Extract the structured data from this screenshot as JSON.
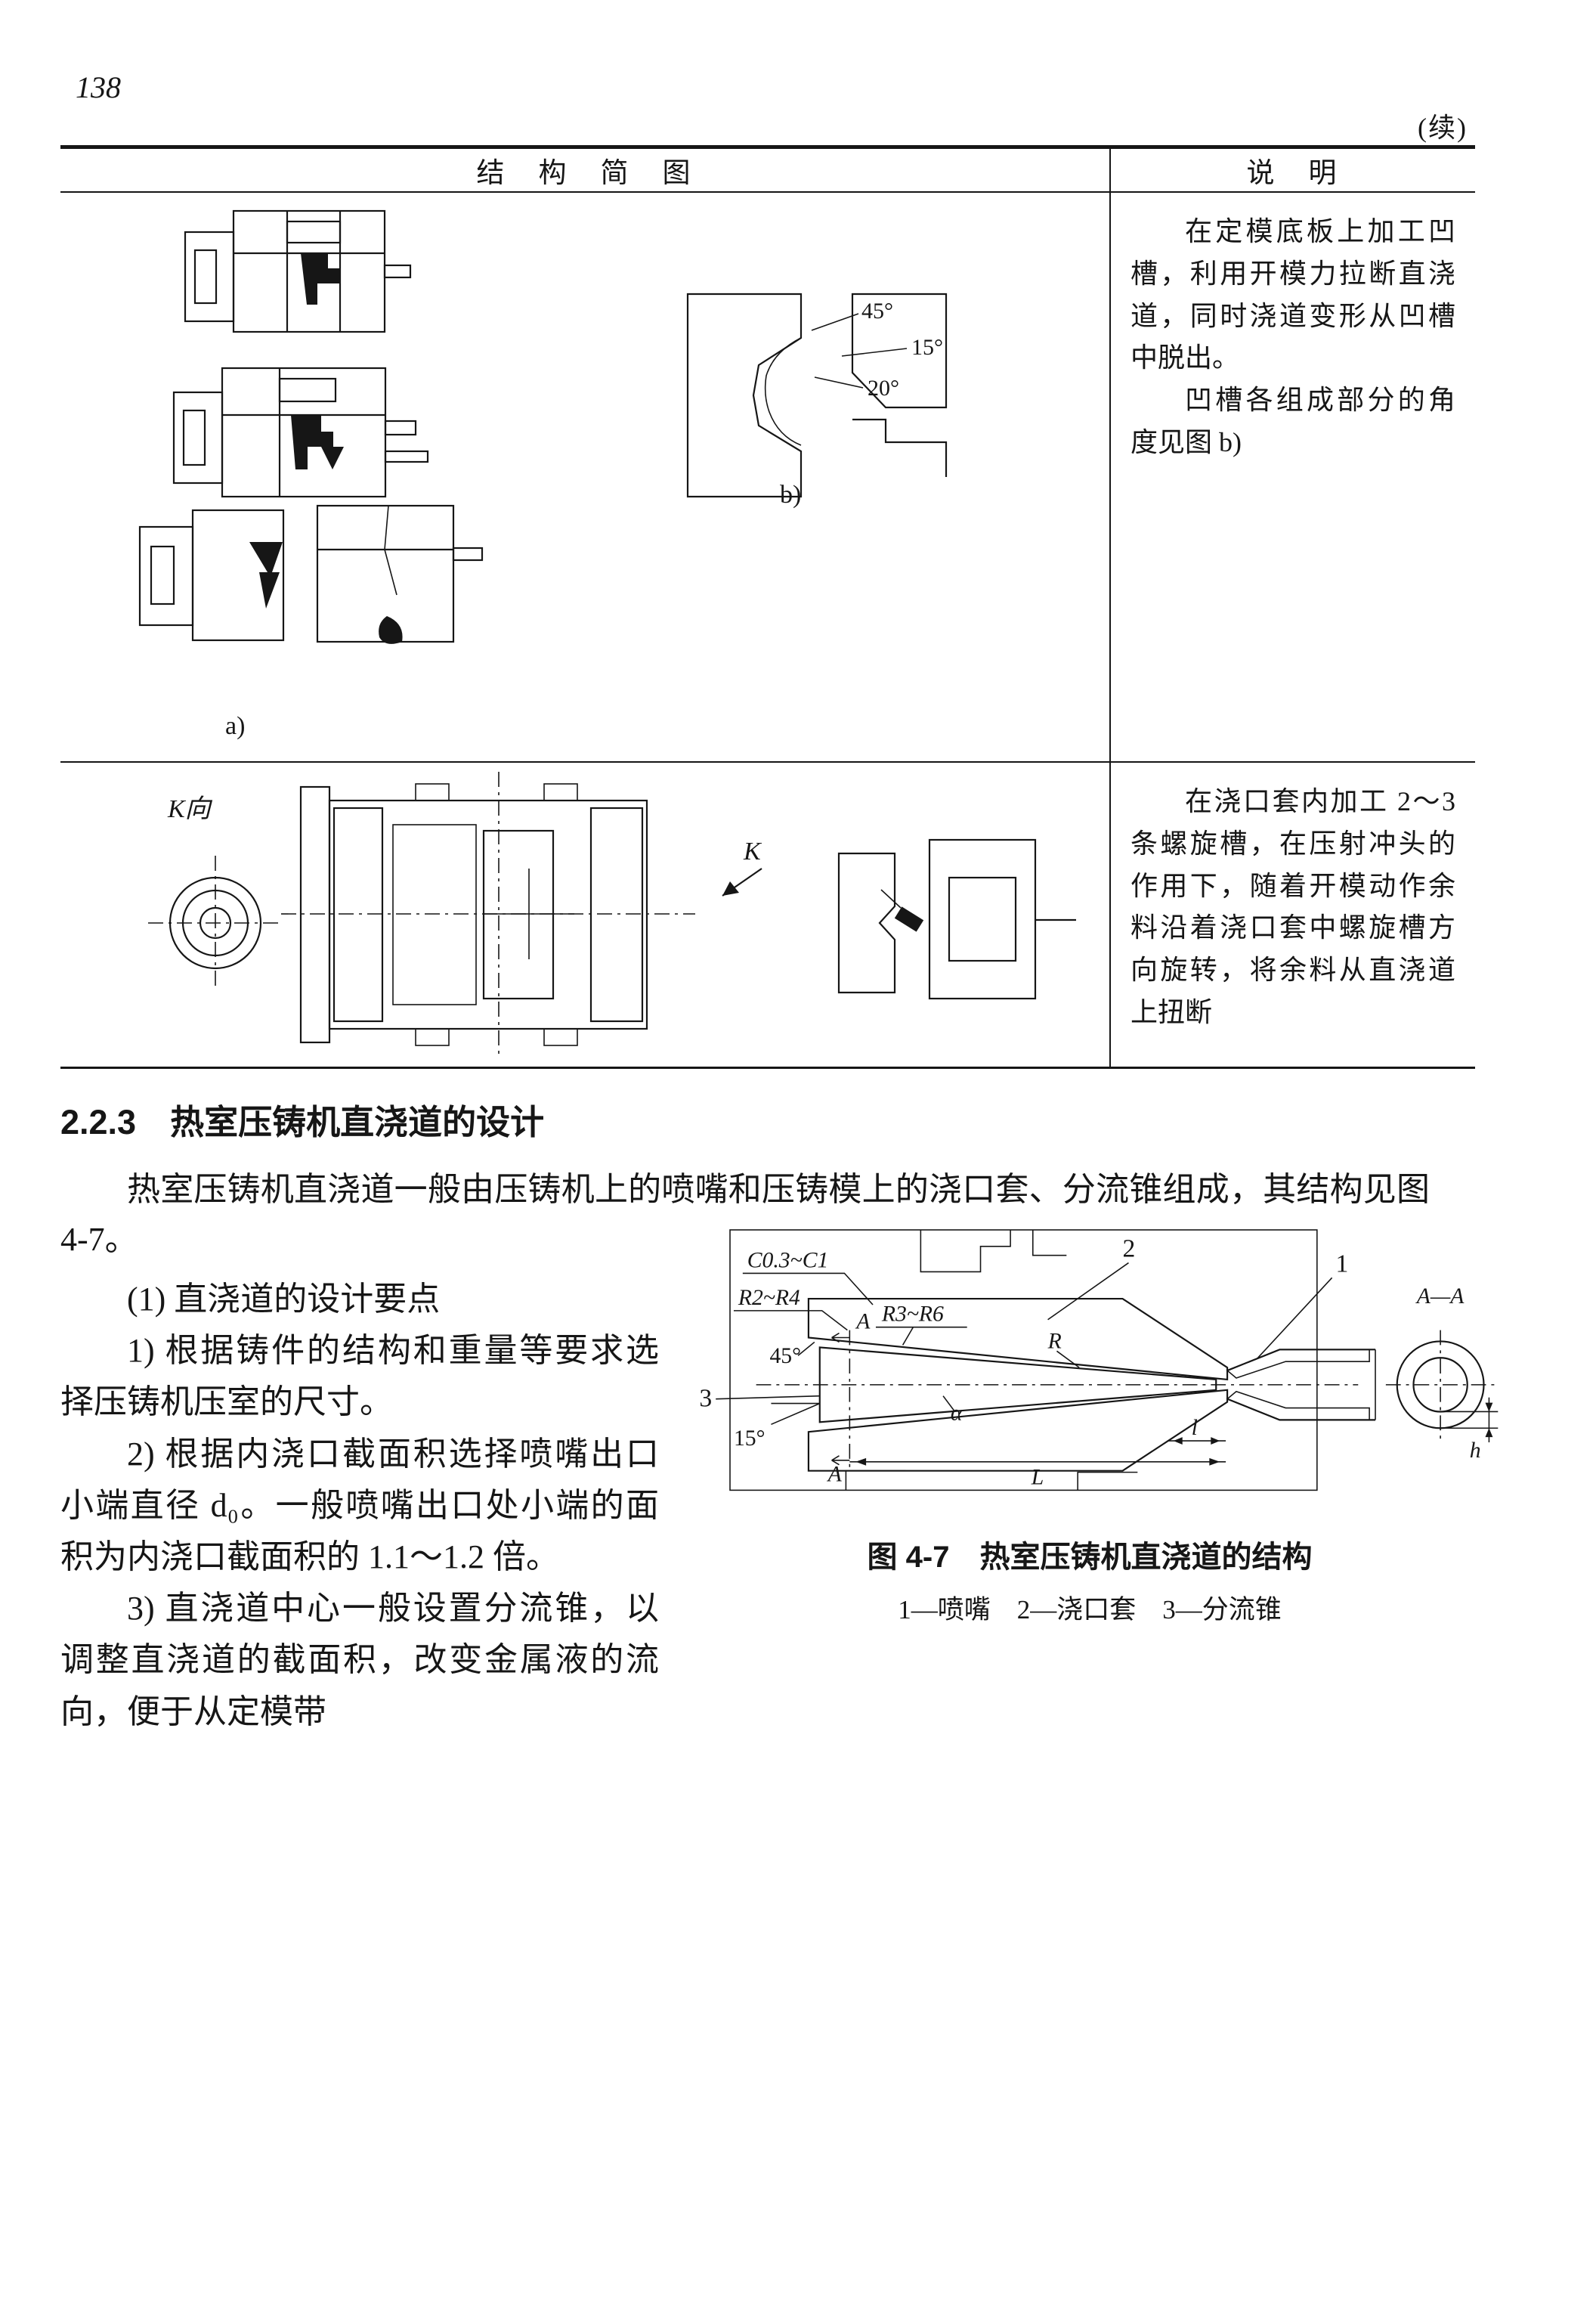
{
  "page": {
    "number": "138",
    "continued": "(续)"
  },
  "table": {
    "header_col1": "结　构　简　图",
    "header_col2": "说　明",
    "row1": {
      "note1": "在定模底板上加工凹槽，利用开模力拉断直浇道，同时浇道变形从凹槽中脱出。",
      "note2": "凹槽各组成部分的角度见图 b)",
      "label_a": "a)",
      "label_b": "b)",
      "deg45": "45°",
      "deg15": "15°",
      "deg20": "20°"
    },
    "row2": {
      "note1": "在浇口套内加工 2～3 条螺旋槽，在压射冲头的作用下，随着开模动作余料沿着浇口套中螺旋槽方向旋转，将余料从直浇道上扭断",
      "k_view": "K向",
      "k": "K"
    }
  },
  "section": {
    "heading": "2.2.3　热室压铸机直浇道的设计",
    "intro": "热室压铸机直浇道一般由压铸机上的喷嘴和压铸模上的浇口套、分流锥组成，其结构见图 4-7。",
    "points": [
      "(1) 直浇道的设计要点",
      "1) 根据铸件的结构和重量等要求选择压铸机压室的尺寸。",
      "2) 根据内浇口截面积选择喷嘴出口小端直径 d₀。一般喷嘴出口处小端的面积为内浇口截面积的 1.1～1.2 倍。",
      "3) 直浇道中心一般设置分流锥，以调整直浇道的截面积，改变金属液的流向，便于从定模带"
    ]
  },
  "figure": {
    "caption": "图 4-7　热室压铸机直浇道的结构",
    "legend": "1—喷嘴　2—浇口套　3—分流锥",
    "labels": {
      "chamfer": "C0.3~C1",
      "r2r4": "R2~R4",
      "r3r6": "R3~R6",
      "deg45": "45°",
      "deg15": "15°",
      "alpha": "α",
      "radius": "R",
      "sec_top": "A",
      "sec_bottom": "A",
      "dimL": "L",
      "diml": "l",
      "dimh": "h",
      "section_title": "A—A",
      "part1": "1",
      "part2": "2",
      "part3": "3"
    }
  }
}
